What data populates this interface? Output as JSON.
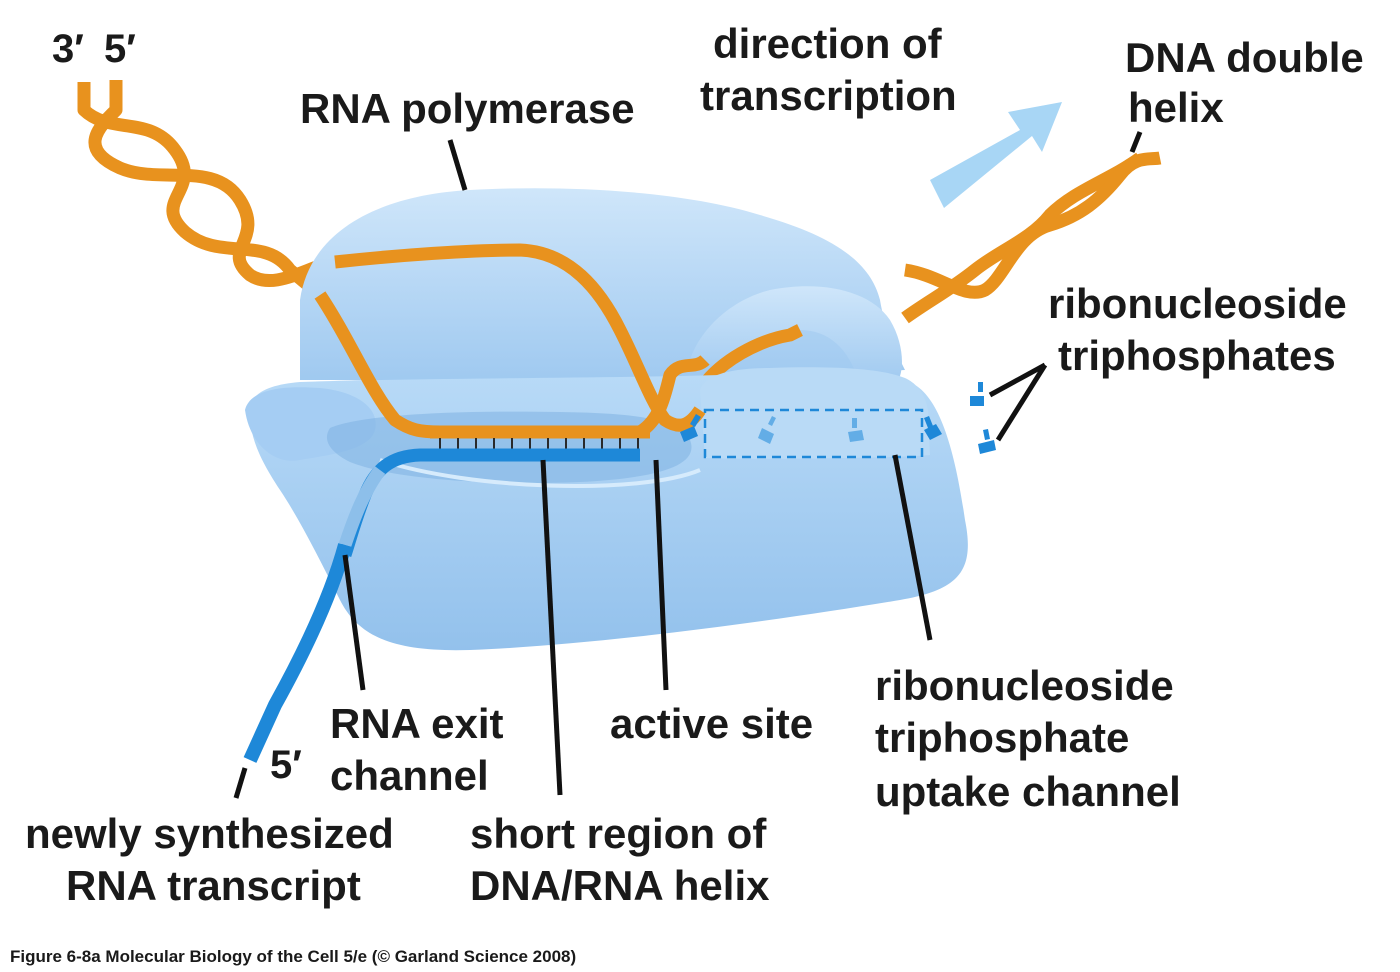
{
  "figure": {
    "labels": {
      "end_3prime": "3′",
      "end_5prime_top": "5′",
      "rna_polymerase": "RNA polymerase",
      "direction_line1": "direction of",
      "direction_line2": "transcription",
      "dna_helix_line1": "DNA double",
      "dna_helix_line2": "helix",
      "rntp_line1": "ribonucleoside",
      "rntp_line2": "triphosphates",
      "uptake_line1": "ribonucleoside",
      "uptake_line2": "triphosphate",
      "uptake_line3": "uptake channel",
      "active_site": "active site",
      "exit_line1": "RNA exit",
      "exit_line2": "channel",
      "end_5prime_rna": "5′",
      "transcript_line1": "newly synthesized",
      "transcript_line2": "RNA transcript",
      "hybrid_line1": "short region of",
      "hybrid_line2": "DNA/RNA helix"
    },
    "caption": "Figure 6-8a  Molecular Biology of the Cell 5/e (© Garland Science 2008)"
  },
  "colors": {
    "dna": "#E8921E",
    "rna": "#1E88D8",
    "polymerase": "#A9CFF2",
    "polymerase_dark": "#8DBDE8",
    "arrow": "#A8D6F5",
    "nucleotide": "#1E88D8"
  }
}
